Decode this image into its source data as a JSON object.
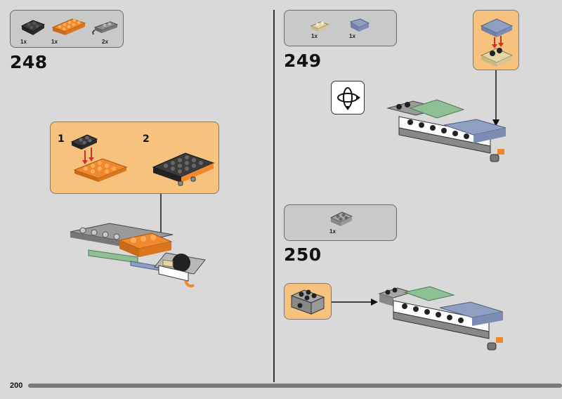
{
  "page": {
    "number": "200"
  },
  "steps": [
    {
      "number": "248",
      "parts": [
        {
          "qty": "1x",
          "color": "#3b3b3b",
          "icon": "dark-gray-plate-2x2"
        },
        {
          "qty": "1x",
          "color": "#f0892c",
          "icon": "orange-plate-2x4"
        },
        {
          "qty": "2x",
          "color": "#8c8c8c",
          "icon": "gray-clip-plate"
        }
      ],
      "substeps": [
        "1",
        "2"
      ]
    },
    {
      "number": "249",
      "parts": [
        {
          "qty": "1x",
          "color": "#e6d6a6",
          "icon": "tan-plate-1x2"
        },
        {
          "qty": "1x",
          "color": "#8e9fc2",
          "icon": "sand-blue-slope-tile"
        }
      ]
    },
    {
      "number": "250",
      "parts": [
        {
          "qty": "1x",
          "color": "#a6a6a6",
          "icon": "light-gray-bracket"
        }
      ]
    }
  ],
  "colors": {
    "background": "#d9d9d9",
    "parts_box": "#c9c9c9",
    "callout": "#f6c27e",
    "arrow_red": "#d62b2b",
    "sand_green": "#8fbf95",
    "sand_blue": "#8e9fc2"
  }
}
